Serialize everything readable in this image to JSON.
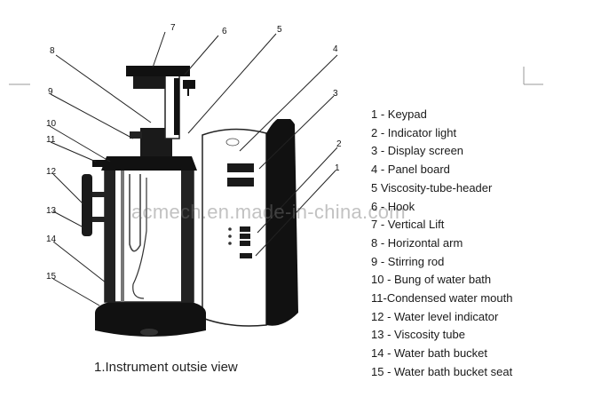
{
  "figure": {
    "caption": "1.Instrument outsie view",
    "watermark": "acmech.en.made-in-china.com",
    "callout_numbers": [
      "1",
      "2",
      "3",
      "4",
      "5",
      "6",
      "7",
      "8",
      "9",
      "10",
      "11",
      "12",
      "13",
      "14",
      "15"
    ],
    "legend": [
      "1  - Keypad",
      "2  -   Indicator light",
      "3  - Display screen",
      "4 - Panel board",
      "5 Viscosity-tube-header",
      "6 - Hook",
      "7  - Vertical Lift",
      "8 - Horizontal arm",
      "9 - Stirring rod",
      "10  -  Bung  of  water  bath",
      "11-Condensed water mouth",
      "12  -  Water level indicator",
      "13 - Viscosity tube",
      "14 - Water bath bucket",
      "15 - Water bath bucket seat"
    ]
  }
}
